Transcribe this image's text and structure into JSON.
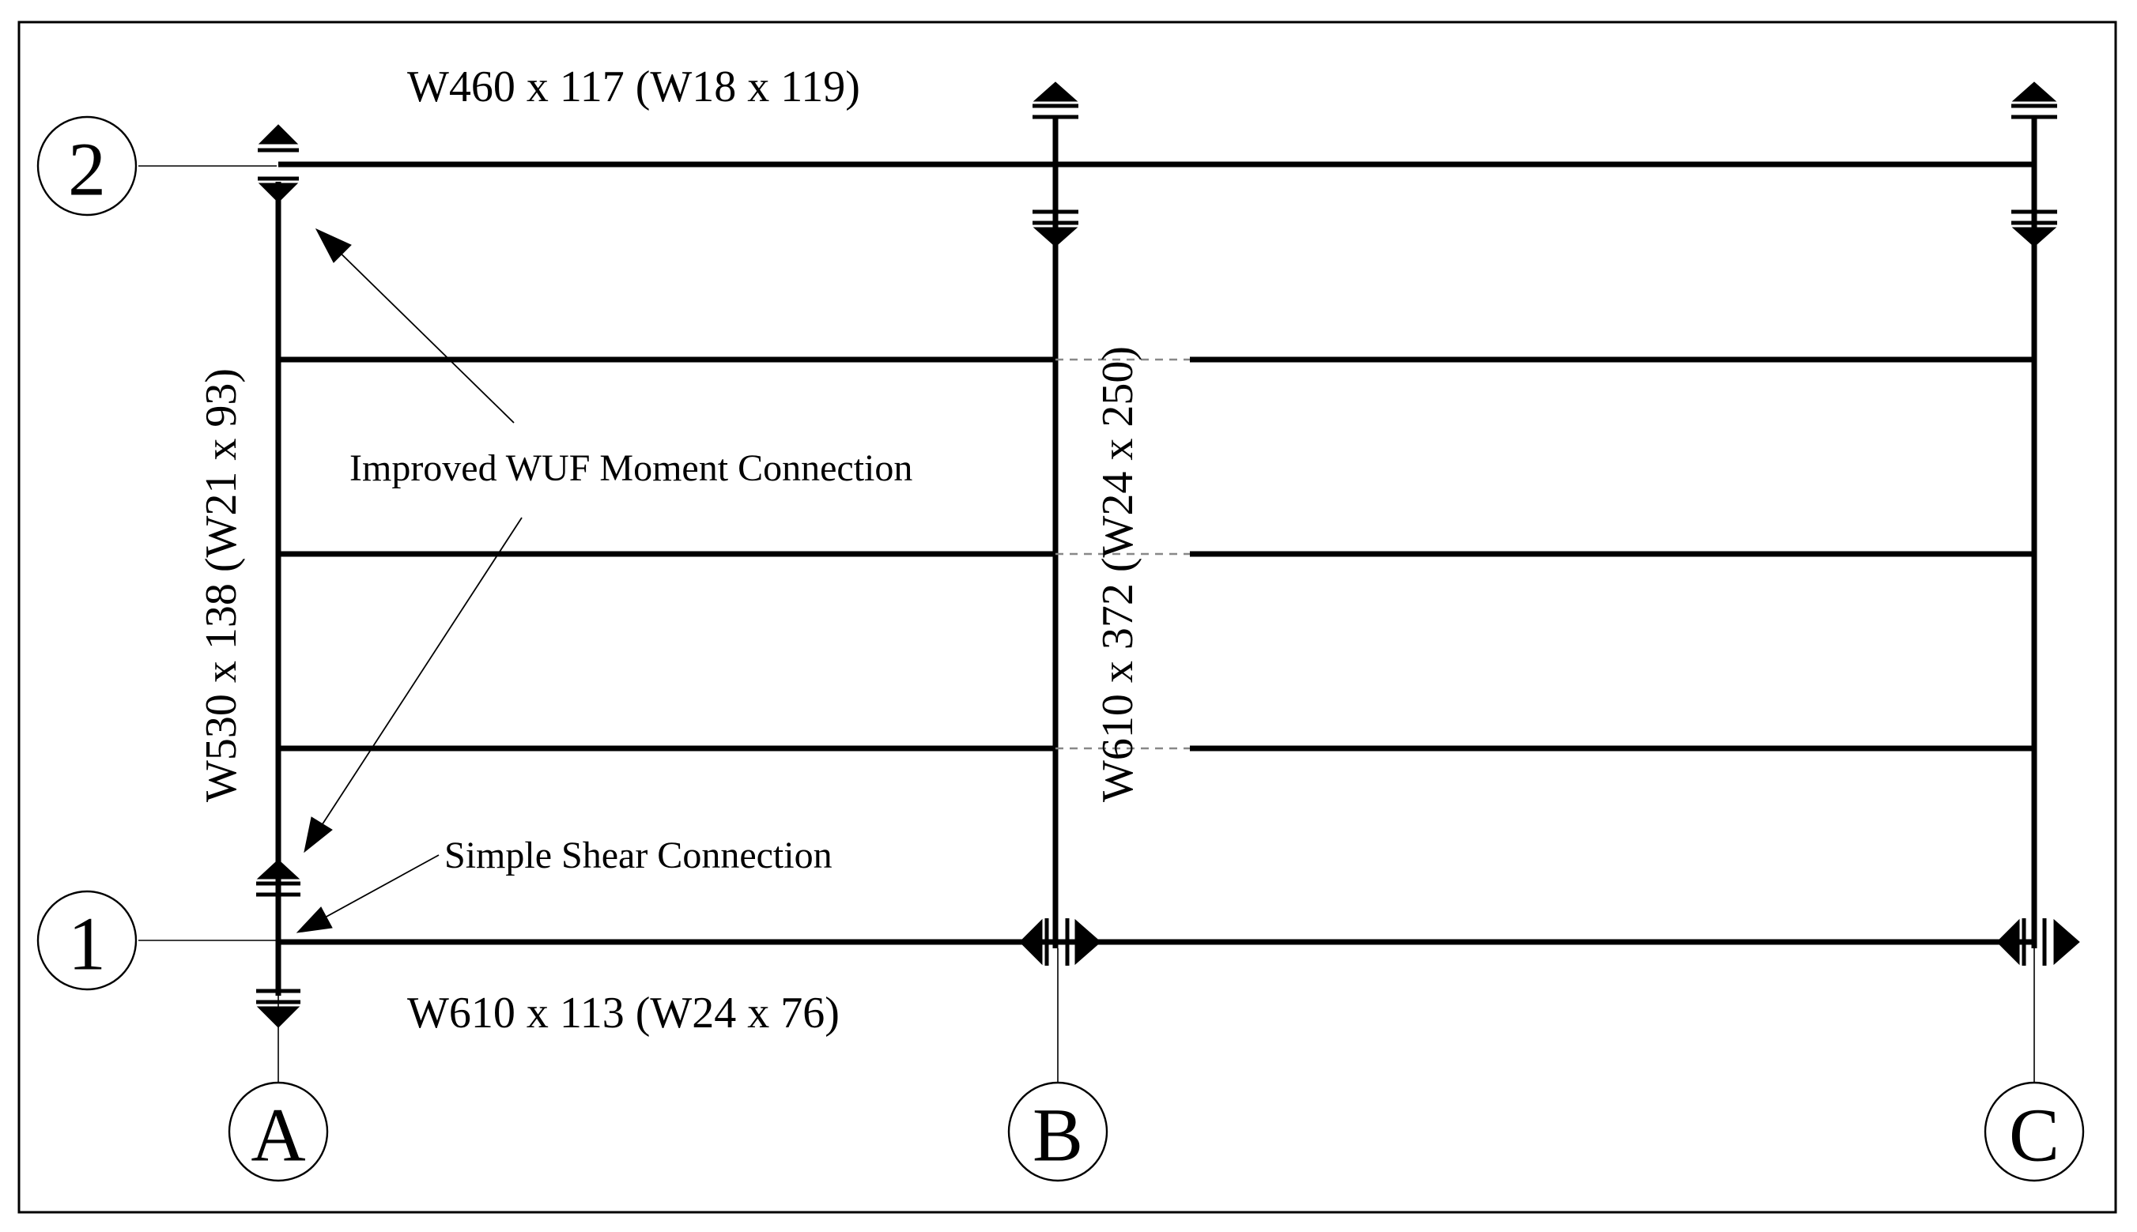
{
  "grid": {
    "columns": [
      "A",
      "B",
      "C"
    ],
    "rows": [
      "1",
      "2"
    ]
  },
  "sections": {
    "beam_top": "W460 x 117 (W18 x 119)",
    "beam_bottom": "W610 x 113 (W24 x 76)",
    "column_a_girder": "W530 x 138 (W21 x 93)",
    "column_b_girder": "W610 x 372 (W24 x 250)"
  },
  "annotations": {
    "moment_connection": "Improved WUF Moment Connection",
    "shear_connection": "Simple Shear Connection"
  }
}
